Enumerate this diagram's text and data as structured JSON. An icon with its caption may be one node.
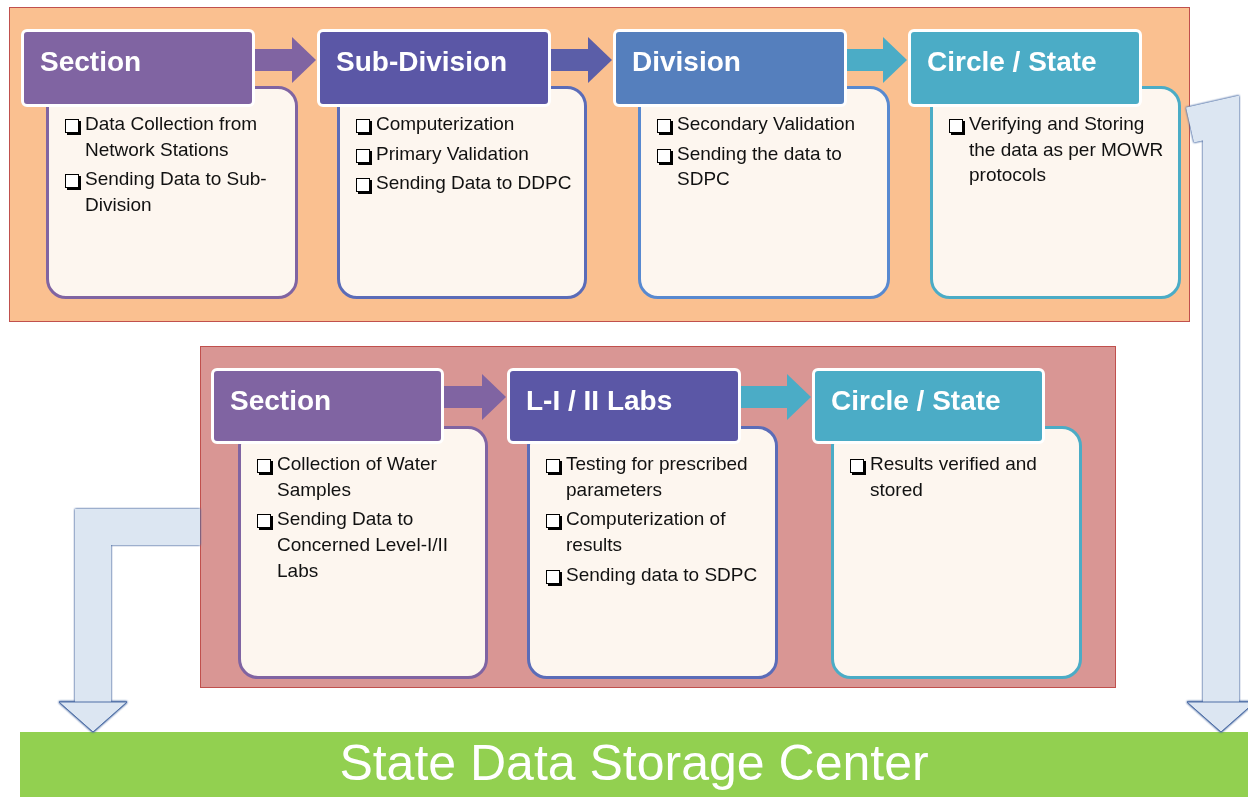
{
  "diagram": {
    "nodes": [
      {
        "text": [],
        "shape": "box"
      },
      {
        "text": [
          "Section"
        ],
        "in": 0
      },
      {
        "text": [
          "Data Collection from Network Stations",
          "Sending Data to Sub-Division"
        ],
        "in": 0
      },
      {
        "text": [
          "Sub-Division"
        ],
        "in": 0
      },
      {
        "text": [
          "Computerization",
          "Primary Validation",
          "Sending Data to DDPC"
        ],
        "in": 0
      },
      {
        "text": [
          "Division"
        ],
        "in": 0
      },
      {
        "text": [
          "Secondary Validation",
          "Sending the data to SDPC"
        ],
        "in": 0
      },
      {
        "text": [
          "Circle / State"
        ],
        "in": 0
      },
      {
        "text": [
          "Verifying and Storing the data as per MOWR protocols"
        ],
        "in": 0
      },
      {
        "text": [],
        "shape": "box"
      },
      {
        "text": [
          "Section"
        ],
        "in": 9
      },
      {
        "text": [
          "Collection of Water Samples",
          "Sending Data to Concerned Level-I/II  Labs"
        ],
        "in": 9
      },
      {
        "text": [
          "L-I / II Labs"
        ],
        "in": 9
      },
      {
        "text": [
          "Testing for prescribed parameters",
          "Computerization of results",
          "Sending data to SDPC"
        ],
        "in": 9
      },
      {
        "text": [
          "Circle / State"
        ],
        "in": 9
      },
      {
        "text": [
          "Results verified and stored"
        ],
        "in": 9
      },
      {
        "text": [
          "State Data Storage Center"
        ]
      }
    ],
    "edges": [
      {
        "from": 1,
        "to": 3,
        "arrow": "to",
        "color": "#8064a2"
      },
      {
        "from": 3,
        "to": 5,
        "arrow": "to",
        "color": "#5b5ea8"
      },
      {
        "from": 5,
        "to": 7,
        "arrow": "to",
        "color": "#4bacc6"
      },
      {
        "from": 10,
        "to": 12,
        "arrow": "to",
        "color": "#8064a2"
      },
      {
        "from": 12,
        "to": 14,
        "arrow": "to",
        "color": "#4bacc6"
      },
      {
        "from": 0,
        "to": 16,
        "arrow": "to",
        "color": "#dce6f2"
      },
      {
        "from": 9,
        "to": 16,
        "arrow": "to",
        "color": "#dce6f2"
      }
    ]
  }
}
